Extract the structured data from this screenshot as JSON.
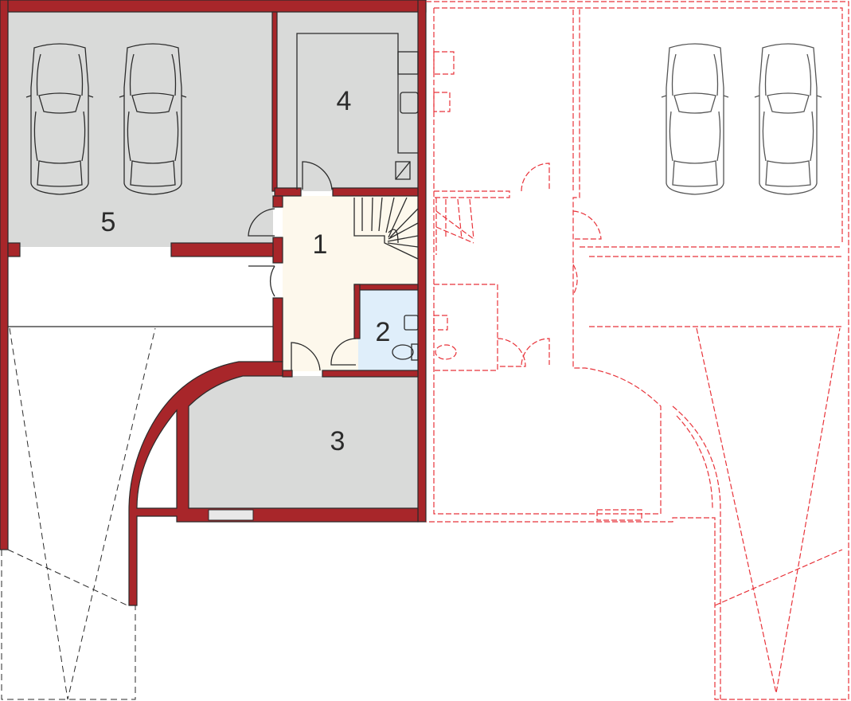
{
  "plan": {
    "rooms": [
      {
        "number": "1",
        "fill": "#fdf8ec"
      },
      {
        "number": "2",
        "fill": "#dfeefa"
      },
      {
        "number": "3",
        "fill": "#d9dad9"
      },
      {
        "number": "4",
        "fill": "#d9dad9"
      },
      {
        "number": "5",
        "fill": "#d9dad9"
      }
    ],
    "colors": {
      "wall": "#a8262a",
      "mirrored_unit": "#e8333a"
    }
  }
}
